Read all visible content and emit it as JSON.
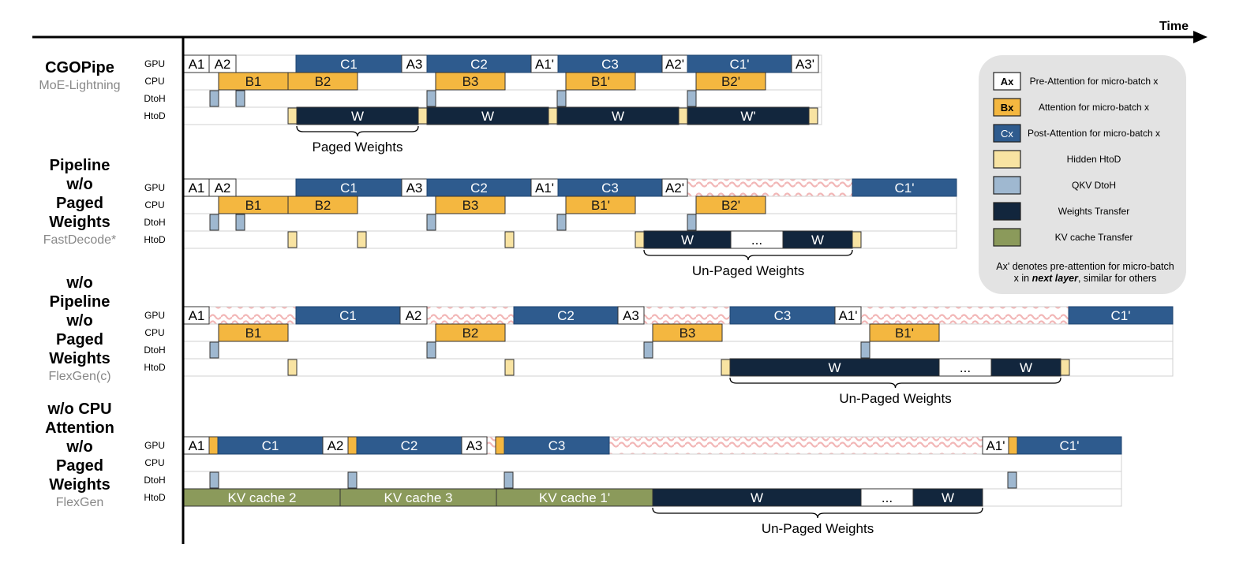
{
  "time_label": "Time",
  "colors": {
    "pre": "#ffffff",
    "attn": "#f4b740",
    "post": "#2e5b8e",
    "hidden": "#f8e3a2",
    "qkv": "#9fb8d0",
    "weights": "#12263d",
    "kv": "#8b9a5b",
    "idle": "#f2b7b7",
    "legend_bg": "#e3e3e3"
  },
  "lane_labels": [
    "GPU",
    "CPU",
    "DtoH",
    "HtoD"
  ],
  "sections": [
    {
      "title": [
        "CGOPipe"
      ],
      "subtitle": "MoE-Lightning",
      "row_width": 808,
      "blocks": [
        {
          "lane": 0,
          "s": 0,
          "e": 32,
          "t": "pre",
          "label": "A1"
        },
        {
          "lane": 0,
          "s": 32,
          "e": 66,
          "t": "pre",
          "label": "A2"
        },
        {
          "lane": 0,
          "s": 142,
          "e": 276,
          "t": "post",
          "label": "C1"
        },
        {
          "lane": 0,
          "s": 276,
          "e": 308,
          "t": "pre",
          "label": "A3"
        },
        {
          "lane": 0,
          "s": 308,
          "e": 440,
          "t": "post",
          "label": "C2"
        },
        {
          "lane": 0,
          "s": 440,
          "e": 474,
          "t": "pre",
          "label": "A1'"
        },
        {
          "lane": 0,
          "s": 474,
          "e": 606,
          "t": "post",
          "label": "C3"
        },
        {
          "lane": 0,
          "s": 606,
          "e": 638,
          "t": "pre",
          "label": "A2'"
        },
        {
          "lane": 0,
          "s": 638,
          "e": 770,
          "t": "post",
          "label": "C1'"
        },
        {
          "lane": 0,
          "s": 770,
          "e": 804,
          "t": "pre",
          "label": "A3'"
        },
        {
          "lane": 1,
          "s": 44,
          "e": 132,
          "t": "attn",
          "label": "B1"
        },
        {
          "lane": 1,
          "s": 132,
          "e": 220,
          "t": "attn",
          "label": "B2"
        },
        {
          "lane": 1,
          "s": 319,
          "e": 407,
          "t": "attn",
          "label": "B3"
        },
        {
          "lane": 1,
          "s": 484,
          "e": 572,
          "t": "attn",
          "label": "B1'"
        },
        {
          "lane": 1,
          "s": 649,
          "e": 737,
          "t": "attn",
          "label": "B2'"
        },
        {
          "lane": 2,
          "s": 33,
          "e": 44,
          "t": "qkv",
          "label": ""
        },
        {
          "lane": 2,
          "s": 66,
          "e": 77,
          "t": "qkv",
          "label": ""
        },
        {
          "lane": 2,
          "s": 308,
          "e": 319,
          "t": "qkv",
          "label": ""
        },
        {
          "lane": 2,
          "s": 473,
          "e": 484,
          "t": "qkv",
          "label": ""
        },
        {
          "lane": 2,
          "s": 638,
          "e": 649,
          "t": "qkv",
          "label": ""
        },
        {
          "lane": 3,
          "s": 132,
          "e": 143,
          "t": "hidden",
          "label": ""
        },
        {
          "lane": 3,
          "s": 143,
          "e": 297,
          "t": "weights",
          "label": "W"
        },
        {
          "lane": 3,
          "s": 297,
          "e": 308,
          "t": "hidden",
          "label": ""
        },
        {
          "lane": 3,
          "s": 308,
          "e": 462,
          "t": "weights",
          "label": "W"
        },
        {
          "lane": 3,
          "s": 462,
          "e": 473,
          "t": "hidden",
          "label": ""
        },
        {
          "lane": 3,
          "s": 473,
          "e": 627,
          "t": "weights",
          "label": "W"
        },
        {
          "lane": 3,
          "s": 627,
          "e": 638,
          "t": "hidden",
          "label": ""
        },
        {
          "lane": 3,
          "s": 638,
          "e": 792,
          "t": "weights",
          "label": "W'"
        },
        {
          "lane": 3,
          "s": 792,
          "e": 803,
          "t": "hidden",
          "label": ""
        }
      ],
      "idle": [],
      "brace": {
        "s": 143,
        "e": 297,
        "label": "Paged Weights"
      }
    },
    {
      "title": [
        "Pipeline",
        "w/o",
        "Paged",
        "Weights"
      ],
      "subtitle": "FastDecode*",
      "row_width": 979,
      "blocks": [
        {
          "lane": 0,
          "s": 0,
          "e": 32,
          "t": "pre",
          "label": "A1"
        },
        {
          "lane": 0,
          "s": 32,
          "e": 66,
          "t": "pre",
          "label": "A2"
        },
        {
          "lane": 0,
          "s": 142,
          "e": 276,
          "t": "post",
          "label": "C1"
        },
        {
          "lane": 0,
          "s": 276,
          "e": 308,
          "t": "pre",
          "label": "A3"
        },
        {
          "lane": 0,
          "s": 308,
          "e": 440,
          "t": "post",
          "label": "C2"
        },
        {
          "lane": 0,
          "s": 440,
          "e": 474,
          "t": "pre",
          "label": "A1'"
        },
        {
          "lane": 0,
          "s": 474,
          "e": 606,
          "t": "post",
          "label": "C3"
        },
        {
          "lane": 0,
          "s": 606,
          "e": 638,
          "t": "pre",
          "label": "A2'"
        },
        {
          "lane": 0,
          "s": 847,
          "e": 979,
          "t": "post",
          "label": "C1'"
        },
        {
          "lane": 1,
          "s": 44,
          "e": 132,
          "t": "attn",
          "label": "B1"
        },
        {
          "lane": 1,
          "s": 132,
          "e": 220,
          "t": "attn",
          "label": "B2"
        },
        {
          "lane": 1,
          "s": 319,
          "e": 407,
          "t": "attn",
          "label": "B3"
        },
        {
          "lane": 1,
          "s": 484,
          "e": 572,
          "t": "attn",
          "label": "B1'"
        },
        {
          "lane": 1,
          "s": 649,
          "e": 737,
          "t": "attn",
          "label": "B2'"
        },
        {
          "lane": 2,
          "s": 33,
          "e": 44,
          "t": "qkv",
          "label": ""
        },
        {
          "lane": 2,
          "s": 66,
          "e": 77,
          "t": "qkv",
          "label": ""
        },
        {
          "lane": 2,
          "s": 308,
          "e": 319,
          "t": "qkv",
          "label": ""
        },
        {
          "lane": 2,
          "s": 473,
          "e": 484,
          "t": "qkv",
          "label": ""
        },
        {
          "lane": 2,
          "s": 638,
          "e": 649,
          "t": "qkv",
          "label": ""
        },
        {
          "lane": 3,
          "s": 132,
          "e": 143,
          "t": "hidden",
          "label": ""
        },
        {
          "lane": 3,
          "s": 220,
          "e": 231,
          "t": "hidden",
          "label": ""
        },
        {
          "lane": 3,
          "s": 407,
          "e": 418,
          "t": "hidden",
          "label": ""
        },
        {
          "lane": 3,
          "s": 572,
          "e": 583,
          "t": "hidden",
          "label": ""
        },
        {
          "lane": 3,
          "s": 583,
          "e": 693,
          "t": "weights",
          "label": "W"
        },
        {
          "lane": 3,
          "s": 693,
          "e": 759,
          "t": "pre",
          "label": "..."
        },
        {
          "lane": 3,
          "s": 759,
          "e": 847,
          "t": "weights",
          "label": "W"
        },
        {
          "lane": 3,
          "s": 847,
          "e": 858,
          "t": "hidden",
          "label": ""
        }
      ],
      "idle": [
        {
          "s": 638,
          "e": 847
        }
      ],
      "brace": {
        "s": 583,
        "e": 847,
        "label": "Un-Paged Weights"
      }
    },
    {
      "title": [
        "w/o",
        "Pipeline",
        "w/o",
        "Paged",
        "Weights"
      ],
      "subtitle": "FlexGen(c)",
      "row_width": 1253,
      "blocks": [
        {
          "lane": 0,
          "s": 0,
          "e": 32,
          "t": "pre",
          "label": "A1"
        },
        {
          "lane": 0,
          "s": 142,
          "e": 274,
          "t": "post",
          "label": "C1"
        },
        {
          "lane": 0,
          "s": 274,
          "e": 308,
          "t": "pre",
          "label": "A2"
        },
        {
          "lane": 0,
          "s": 418,
          "e": 550,
          "t": "post",
          "label": "C2"
        },
        {
          "lane": 0,
          "s": 550,
          "e": 583,
          "t": "pre",
          "label": "A3"
        },
        {
          "lane": 0,
          "s": 692,
          "e": 825,
          "t": "post",
          "label": "C3"
        },
        {
          "lane": 0,
          "s": 825,
          "e": 858,
          "t": "pre",
          "label": "A1'"
        },
        {
          "lane": 0,
          "s": 1121,
          "e": 1253,
          "t": "post",
          "label": "C1'"
        },
        {
          "lane": 1,
          "s": 44,
          "e": 132,
          "t": "attn",
          "label": "B1"
        },
        {
          "lane": 1,
          "s": 319,
          "e": 407,
          "t": "attn",
          "label": "B2"
        },
        {
          "lane": 1,
          "s": 594,
          "e": 682,
          "t": "attn",
          "label": "B3"
        },
        {
          "lane": 1,
          "s": 869,
          "e": 957,
          "t": "attn",
          "label": "B1'"
        },
        {
          "lane": 2,
          "s": 33,
          "e": 44,
          "t": "qkv",
          "label": ""
        },
        {
          "lane": 2,
          "s": 308,
          "e": 319,
          "t": "qkv",
          "label": ""
        },
        {
          "lane": 2,
          "s": 583,
          "e": 594,
          "t": "qkv",
          "label": ""
        },
        {
          "lane": 2,
          "s": 858,
          "e": 869,
          "t": "qkv",
          "label": ""
        },
        {
          "lane": 3,
          "s": 132,
          "e": 143,
          "t": "hidden",
          "label": ""
        },
        {
          "lane": 3,
          "s": 407,
          "e": 418,
          "t": "hidden",
          "label": ""
        },
        {
          "lane": 3,
          "s": 681,
          "e": 692,
          "t": "hidden",
          "label": ""
        },
        {
          "lane": 3,
          "s": 692,
          "e": 957,
          "t": "weights",
          "label": "W"
        },
        {
          "lane": 3,
          "s": 957,
          "e": 1023,
          "t": "pre",
          "label": "..."
        },
        {
          "lane": 3,
          "s": 1023,
          "e": 1111,
          "t": "weights",
          "label": "W"
        },
        {
          "lane": 3,
          "s": 1111,
          "e": 1122,
          "t": "hidden",
          "label": ""
        }
      ],
      "idle": [
        {
          "s": 32,
          "e": 142
        },
        {
          "s": 308,
          "e": 418
        },
        {
          "s": 583,
          "e": 692
        },
        {
          "s": 858,
          "e": 1121
        }
      ],
      "brace": {
        "s": 692,
        "e": 1111,
        "label": "Un-Paged Weights"
      }
    },
    {
      "title": [
        "w/o CPU",
        "Attention",
        "w/o",
        "Paged",
        "Weights"
      ],
      "subtitle": "FlexGen",
      "row_width": 1188,
      "blocks": [
        {
          "lane": 0,
          "s": 0,
          "e": 32,
          "t": "pre",
          "label": "A1"
        },
        {
          "lane": 0,
          "s": 32,
          "e": 43,
          "t": "attn",
          "label": ""
        },
        {
          "lane": 0,
          "s": 43,
          "e": 176,
          "t": "post",
          "label": "C1"
        },
        {
          "lane": 0,
          "s": 176,
          "e": 208,
          "t": "pre",
          "label": "A2"
        },
        {
          "lane": 0,
          "s": 208,
          "e": 219,
          "t": "attn",
          "label": ""
        },
        {
          "lane": 0,
          "s": 219,
          "e": 352,
          "t": "post",
          "label": "C2"
        },
        {
          "lane": 0,
          "s": 352,
          "e": 384,
          "t": "pre",
          "label": "A3"
        },
        {
          "lane": 0,
          "s": 395,
          "e": 406,
          "t": "attn",
          "label": ""
        },
        {
          "lane": 0,
          "s": 406,
          "e": 539,
          "t": "post",
          "label": "C3"
        },
        {
          "lane": 0,
          "s": 1012,
          "e": 1045,
          "t": "pre",
          "label": "A1'"
        },
        {
          "lane": 0,
          "s": 1045,
          "e": 1056,
          "t": "attn",
          "label": ""
        },
        {
          "lane": 0,
          "s": 1056,
          "e": 1188,
          "t": "post",
          "label": "C1'"
        },
        {
          "lane": 2,
          "s": 33,
          "e": 44,
          "t": "qkv",
          "label": ""
        },
        {
          "lane": 2,
          "s": 208,
          "e": 219,
          "t": "qkv",
          "label": ""
        },
        {
          "lane": 2,
          "s": 406,
          "e": 417,
          "t": "qkv",
          "label": ""
        },
        {
          "lane": 2,
          "s": 1044,
          "e": 1055,
          "t": "qkv",
          "label": ""
        },
        {
          "lane": 3,
          "s": 0,
          "e": 198,
          "t": "kv",
          "label": "KV cache 2"
        },
        {
          "lane": 3,
          "s": 198,
          "e": 396,
          "t": "kv",
          "label": "KV cache 3"
        },
        {
          "lane": 3,
          "s": 396,
          "e": 594,
          "t": "kv",
          "label": "KV cache 1'"
        },
        {
          "lane": 3,
          "s": 594,
          "e": 858,
          "t": "weights",
          "label": "W"
        },
        {
          "lane": 3,
          "s": 858,
          "e": 924,
          "t": "pre",
          "label": "..."
        },
        {
          "lane": 3,
          "s": 924,
          "e": 1012,
          "t": "weights",
          "label": "W"
        }
      ],
      "idle": [
        {
          "s": 384,
          "e": 395
        },
        {
          "s": 539,
          "e": 1012
        }
      ],
      "brace": {
        "s": 594,
        "e": 1012,
        "label": "Un-Paged Weights"
      }
    }
  ],
  "legend": {
    "items": [
      {
        "t": "pre",
        "key": "Ax",
        "text": "Pre-Attention for micro-batch x"
      },
      {
        "t": "attn",
        "key": "Bx",
        "text": "Attention for micro-batch x"
      },
      {
        "t": "post",
        "key": "Cx",
        "text": "Post-Attention for micro-batch x"
      },
      {
        "t": "hidden",
        "key": "",
        "text": "Hidden HtoD"
      },
      {
        "t": "qkv",
        "key": "",
        "text": "QKV DtoH"
      },
      {
        "t": "weights",
        "key": "",
        "text": "Weights Transfer"
      },
      {
        "t": "kv",
        "key": "",
        "text": "KV cache Transfer"
      }
    ],
    "note_line1": "Ax' denotes pre-attention for micro-batch",
    "note_prefix": "x in ",
    "note_emph": "next layer",
    "note_suffix": ", similar for others"
  }
}
